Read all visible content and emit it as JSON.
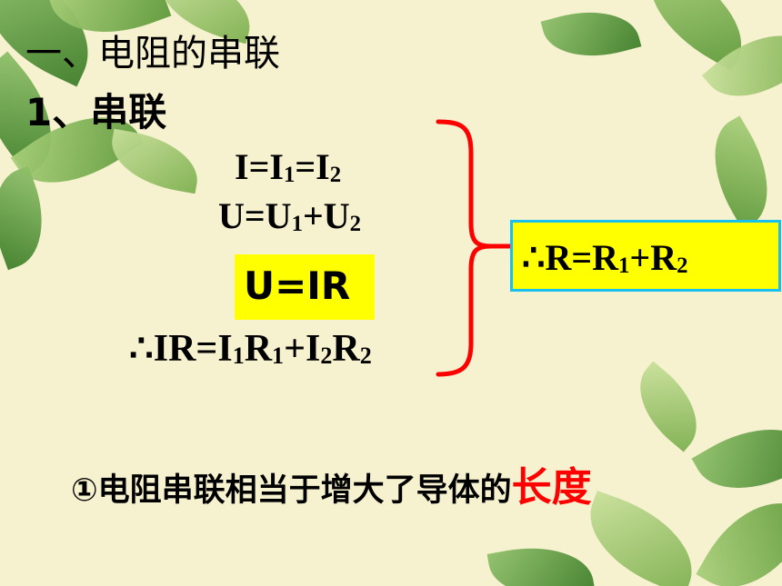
{
  "heading": {
    "section": "一、电阻的串联",
    "sub_number": "1、",
    "sub_title": "串联"
  },
  "equations": {
    "current": {
      "a": "I=I",
      "s1": "1",
      "b": "=I",
      "s2": "2"
    },
    "voltage": {
      "a": "U=U",
      "s1": "1",
      "b": "+U",
      "s2": "2"
    },
    "ohms": "U=IR",
    "irsum": {
      "a": "∴IR=I",
      "s1": "1",
      "b": "R",
      "s2": "1",
      "c": "+I",
      "s3": "2",
      "d": "R",
      "s4": "2"
    },
    "result": {
      "a": "∴R=R",
      "s1": "1",
      "b": "+R",
      "s2": "2"
    }
  },
  "conclusion": {
    "text": "①电阻串联相当于增大了导体的",
    "keyword": "长度"
  },
  "colors": {
    "highlight": "#ffff00",
    "result_border": "#18c0f0",
    "brace": "#ff0000",
    "keyword": "#ff0000"
  }
}
